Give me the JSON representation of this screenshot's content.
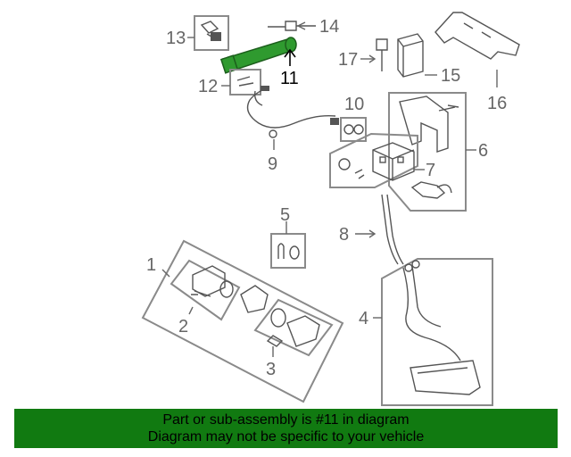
{
  "callouts": {
    "c1": "1",
    "c2": "2",
    "c3": "3",
    "c4": "4",
    "c5": "5",
    "c6": "6",
    "c7": "7",
    "c8": "8",
    "c9": "9",
    "c10": "10",
    "c11": "11",
    "c12": "12",
    "c13": "13",
    "c14": "14",
    "c15": "15",
    "c16": "16",
    "c17": "17"
  },
  "highlight": {
    "part": "11",
    "color": "#2f9a2f"
  },
  "footer": {
    "line1": "Part or sub-assembly is #11 in diagram",
    "line2": "Diagram may not be specific to your vehicle",
    "bg_color": "#117a11"
  }
}
